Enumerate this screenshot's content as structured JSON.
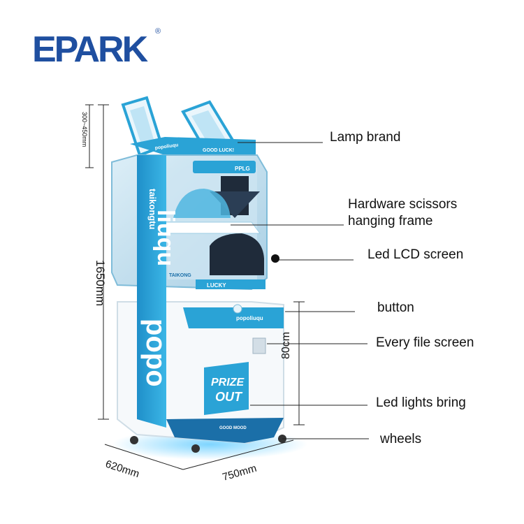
{
  "brand": {
    "logo_text": "EPARK",
    "registered_mark": "®"
  },
  "callouts": {
    "lamp_brand": "Lamp brand",
    "hardware_line1": "Hardware scissors",
    "hardware_line2": "hanging frame",
    "led_lcd": "Led LCD screen",
    "button": "button",
    "file_screen": "Every file screen",
    "led_lights": "Led lights bring",
    "wheels": "wheels"
  },
  "dimensions": {
    "lamp_height": "300~450mm",
    "total_height": "1650mm",
    "lower_height": "80cm",
    "depth": "620mm",
    "width": "750mm"
  },
  "machine_text": {
    "good_luck": "GOOD LUCK!",
    "pplg": "PPLG",
    "side_top_a": "taikongtu",
    "side_top_b": "liuqu",
    "side_bottom": "popo",
    "panel_brand": "popoliuqu",
    "lucky": "LUCKY",
    "taikong": "TAIKONG",
    "prize_line1": "PRIZE",
    "prize_line2": "OUT",
    "good_mood": "GOOD MOOD",
    "lamp_label": "popoliuqu"
  },
  "colors": {
    "accent": "#2aa3d6",
    "dark_accent": "#1b6fa8",
    "logo": "#1f4fa0"
  }
}
